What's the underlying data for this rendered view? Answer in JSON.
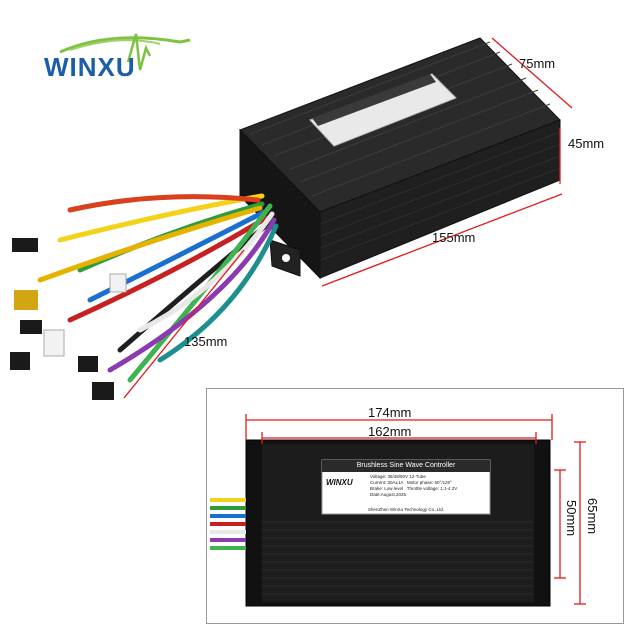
{
  "brand": {
    "logo": "WINXU"
  },
  "dimensions": {
    "top_width": "75mm",
    "top_height": "45mm",
    "top_length": "155mm",
    "cable_length": "135mm",
    "inset_outer": "174mm",
    "inset_inner": "162mm",
    "inset_h_outer": "65mm",
    "inset_h_inner": "50mm"
  },
  "product_label": {
    "title": "Brushless Sine Wave Controller",
    "brand": "WINXU",
    "line1": "Voltage: 36/48/60V 12-Tube",
    "line2": "Current: 30A±1A",
    "line2b": "Motor phase: 60°/120°",
    "line3": "Brake: Low level",
    "line3b": "Throttle voltage: 1.1-4.2V",
    "line4": "Date:August,2025",
    "footer": "ShenZhen WinXu Technology Co.,Ltd."
  },
  "colors": {
    "brand_blue": "#1b5da8",
    "brand_green": "#7ec242",
    "dimension_red": "#e21b1b"
  }
}
